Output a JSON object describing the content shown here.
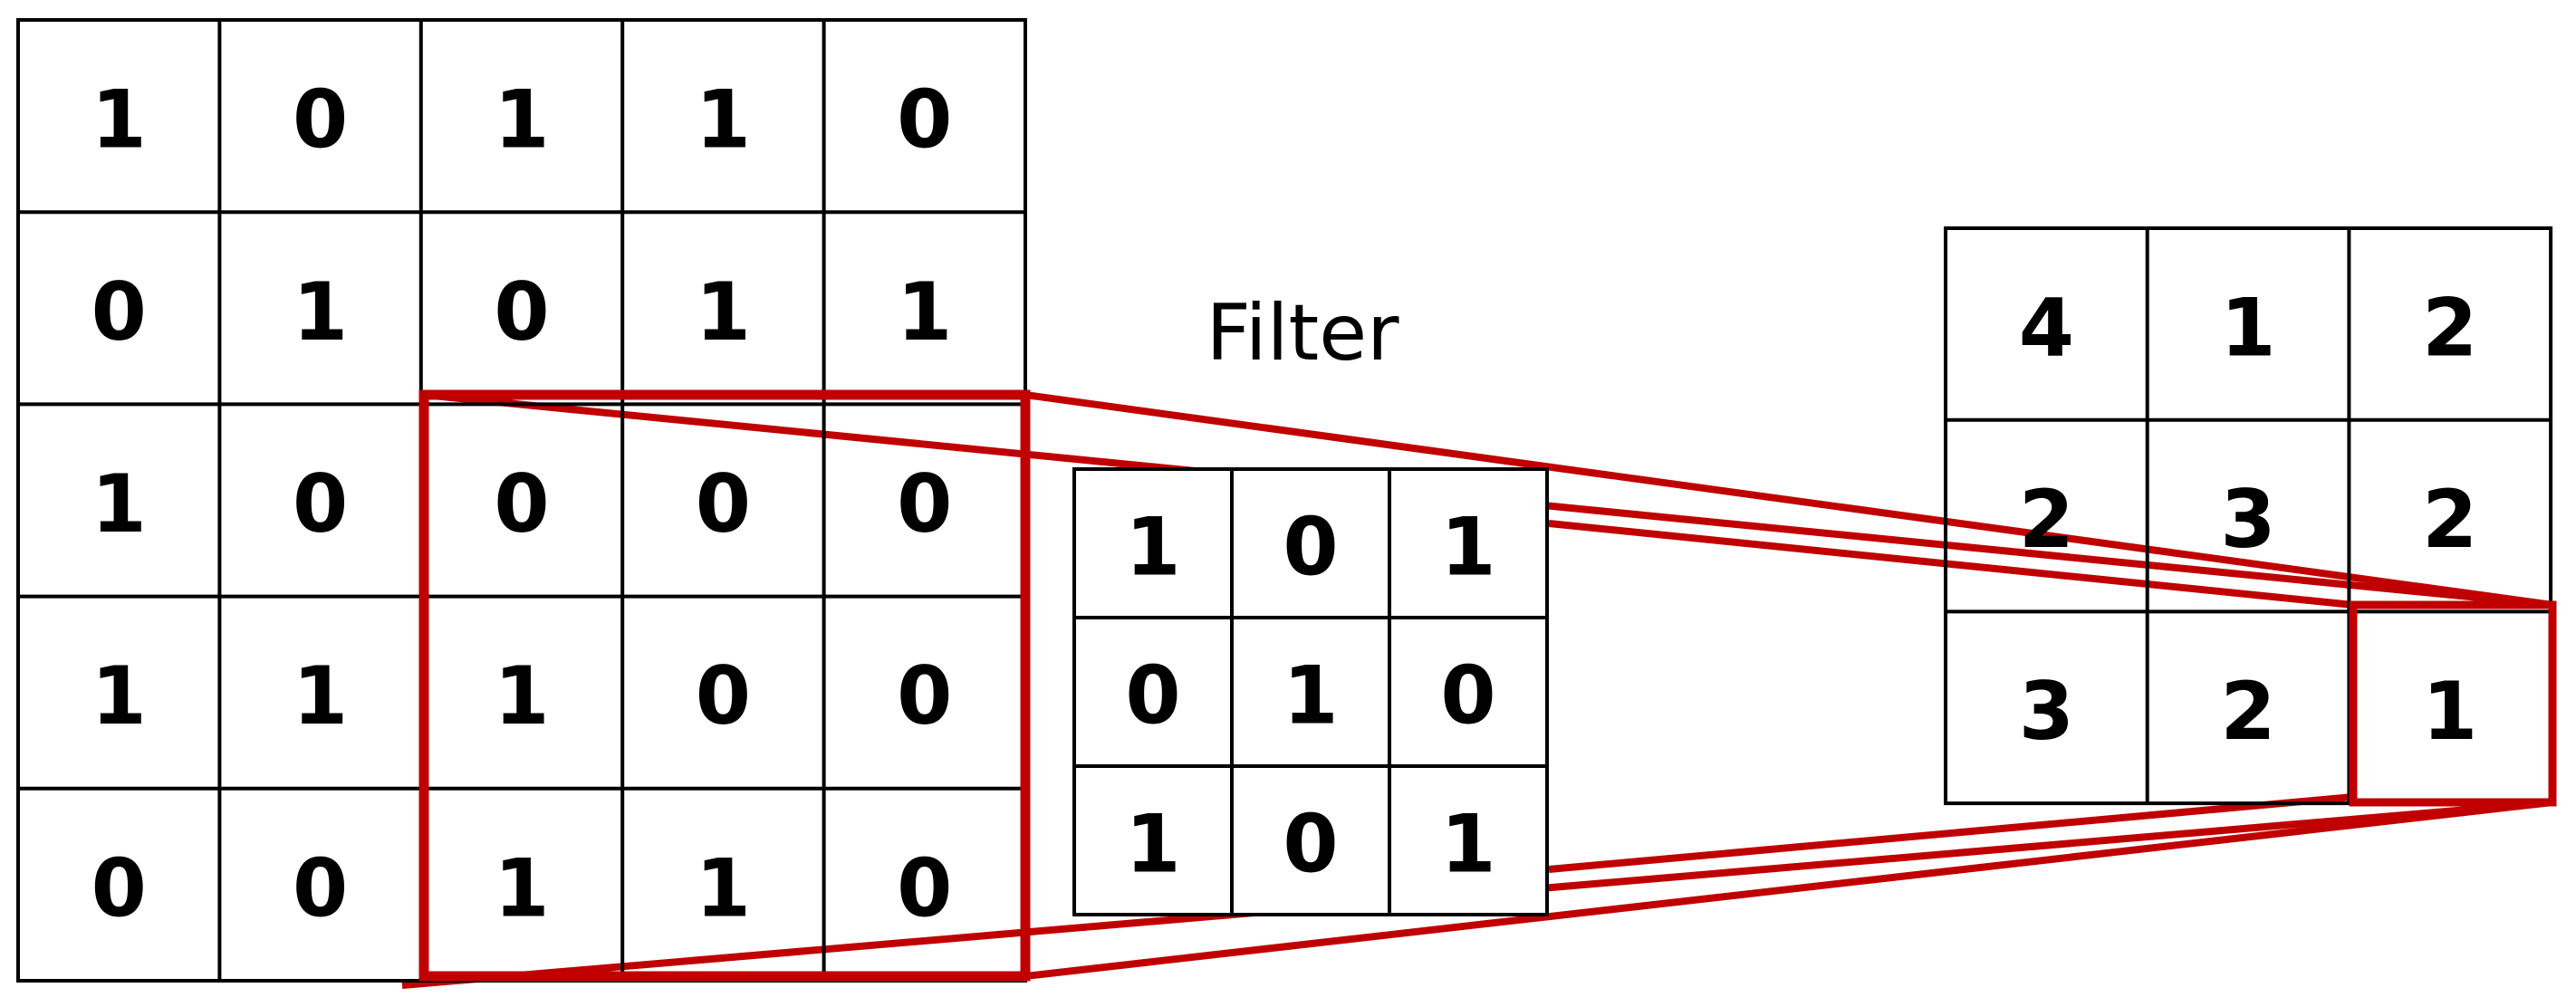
{
  "filter_label": "Filter",
  "colors": {
    "highlight": "#c00000",
    "grid": "#000000",
    "text": "#000000",
    "background": "#ffffff"
  },
  "input": {
    "rows": [
      [
        "1",
        "0",
        "1",
        "1",
        "0"
      ],
      [
        "0",
        "1",
        "0",
        "1",
        "1"
      ],
      [
        "1",
        "0",
        "0",
        "0",
        "0"
      ],
      [
        "1",
        "1",
        "1",
        "0",
        "0"
      ],
      [
        "0",
        "0",
        "1",
        "1",
        "0"
      ]
    ]
  },
  "filter": {
    "rows": [
      [
        "1",
        "0",
        "1"
      ],
      [
        "0",
        "1",
        "0"
      ],
      [
        "1",
        "0",
        "1"
      ]
    ]
  },
  "output": {
    "rows": [
      [
        "4",
        "1",
        "2"
      ],
      [
        "2",
        "3",
        "2"
      ],
      [
        "3",
        "2",
        "1"
      ]
    ]
  }
}
